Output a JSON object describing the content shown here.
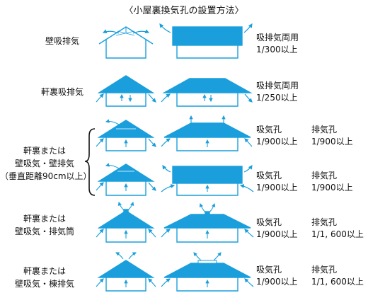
{
  "title": "〈小屋裏換気孔の設置方法〉",
  "colors": {
    "fill": "#1a9fdc",
    "line": "#1a9fdc",
    "text": "#111111"
  },
  "rows": [
    {
      "label": "壁吸排気",
      "spec1": "吸排気両用",
      "spec2": "1/300以上"
    },
    {
      "label": "軒裏吸排気",
      "spec1": "吸排気両用",
      "spec2": "1/250以上"
    },
    {
      "spec_intake": "吸気孔",
      "intake_ratio": "1/900以上",
      "spec_exhaust": "排気孔",
      "exhaust_ratio": "1/900以上"
    },
    {
      "spec_intake": "吸気孔",
      "intake_ratio": "1/900以上",
      "spec_exhaust": "排気孔",
      "exhaust_ratio": "1/900以上"
    },
    {
      "label_line1": "軒裏または",
      "label_line2": "壁吸気・排気筒",
      "spec_intake": "吸気孔",
      "intake_ratio": "1/900以上",
      "spec_exhaust": "排気孔",
      "exhaust_ratio": "1/1, 600以上"
    },
    {
      "label_line1": "軒裏または",
      "label_line2": "壁吸気・棟排気",
      "spec_intake": "吸気孔",
      "intake_ratio": "1/900以上",
      "spec_exhaust": "排気孔",
      "exhaust_ratio": "1/1, 600以上"
    }
  ],
  "group": {
    "line1": "軒裏または",
    "line2": "壁吸気・壁排気",
    "line3": "（垂直距離90cm以上）"
  }
}
